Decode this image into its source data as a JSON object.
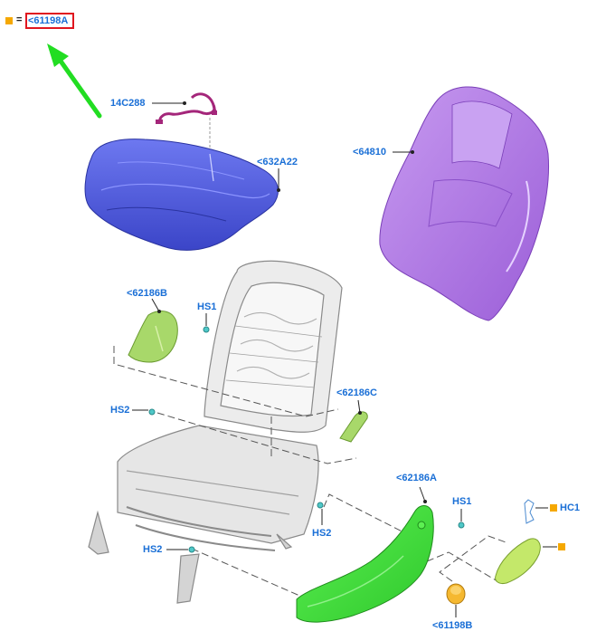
{
  "legend": {
    "equals": "=",
    "part": "<61198A"
  },
  "labels": {
    "p14C288": "14C288",
    "p632A22": "<632A22",
    "p64810": "<64810",
    "p62186B": "<62186B",
    "hs1_left": "HS1",
    "hs2_left": "HS2",
    "p62186C": "<62186C",
    "p62186A": "<62186A",
    "hs1_right": "HS1",
    "hs2_mid": "HS2",
    "hs2_bottom": "HS2",
    "hc1": "HC1",
    "p61198B": "<61198B"
  },
  "colors": {
    "label_blue": "#1a6fd6",
    "highlight_red": "#e0161f",
    "arrow_green": "#22dd22",
    "legend_orange": "#f5a800",
    "cushion_blue": "#5560e0",
    "backrest_purple": "#b57ae6",
    "shield_green": "#3ee23a",
    "shield_light_green": "#a8d86a",
    "harness_magenta": "#a4267a"
  }
}
